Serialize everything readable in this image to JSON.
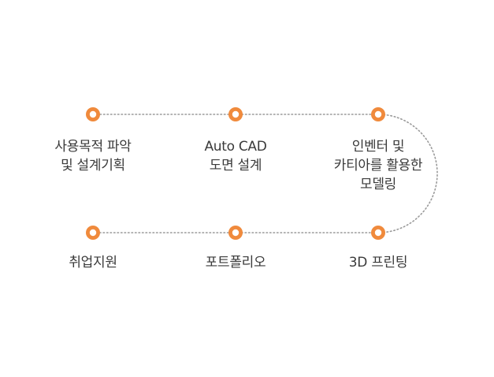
{
  "accent_color": "#f08a3c",
  "line_color": "#9a9a9a",
  "steps": [
    {
      "label": "사용목적 파악\n및 설계기획"
    },
    {
      "label": "Auto CAD\n도면 설계"
    },
    {
      "label": "인벤터 및\n카티아를 활용한\n모델링"
    },
    {
      "label": "3D 프린팅"
    },
    {
      "label": "포트폴리오"
    },
    {
      "label": "취업지원"
    }
  ]
}
